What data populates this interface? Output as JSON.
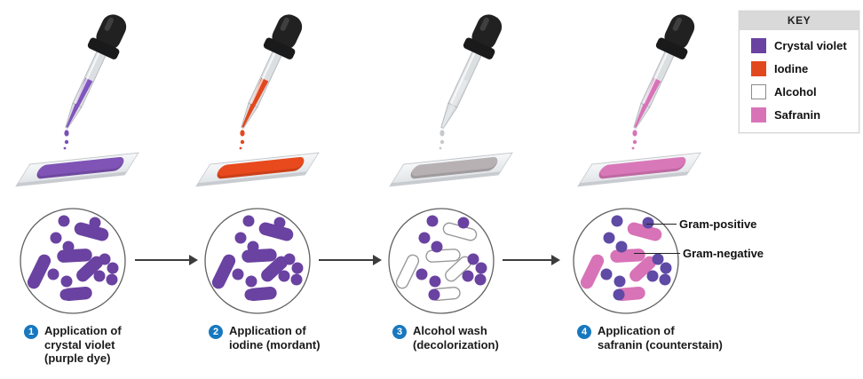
{
  "key": {
    "title": "KEY",
    "items": [
      {
        "label": "Crystal violet",
        "color": "#6a42a1",
        "border": "#6a42a1"
      },
      {
        "label": "Iodine",
        "color": "#e2481e",
        "border": "#e2481e"
      },
      {
        "label": "Alcohol",
        "color": "#ffffff",
        "border": "#8c8c8c"
      },
      {
        "label": "Safranin",
        "color": "#d873b7",
        "border": "#d873b7"
      }
    ]
  },
  "steps": [
    {
      "number": "1",
      "label": "Application of\ncrystal violet\n(purple dye)",
      "liquid_color": "#8055bd",
      "liquid_opacity": "1",
      "drop_color": "#7b4fb6",
      "stain_color": "#7f54b6",
      "rod_fill": "#6a42a1",
      "rod_stroke": "#6a42a1",
      "coccus_fill": "#6a42a1"
    },
    {
      "number": "2",
      "label": "Application of\niodine (mordant)",
      "liquid_color": "#e2481e",
      "liquid_opacity": "1",
      "drop_color": "#e2481e",
      "stain_color": "#e8491d",
      "rod_fill": "#6a42a1",
      "rod_stroke": "#6a42a1",
      "coccus_fill": "#6a42a1"
    },
    {
      "number": "3",
      "label": "Alcohol wash\n(decolorization)",
      "liquid_color": "#eef0f2",
      "liquid_opacity": "0.5",
      "drop_color": "#c6c9cc",
      "stain_color": "#b7b1b3",
      "rod_fill": "#ffffff",
      "rod_stroke": "#999999",
      "coccus_fill": "#6a42a1"
    },
    {
      "number": "4",
      "label": "Application of\nsafranin (counterstain)",
      "liquid_color": "#d873b7",
      "liquid_opacity": "1",
      "drop_color": "#d873b7",
      "stain_color": "#d978b9",
      "rod_fill": "#d873b7",
      "rod_stroke": "#d873b7",
      "coccus_fill": "#5f4aa5"
    }
  ],
  "annotations": [
    {
      "label": "Gram-positive"
    },
    {
      "label": "Gram-negative"
    }
  ],
  "badge_color": "#1878be",
  "arrow_color": "#3c3c3c"
}
